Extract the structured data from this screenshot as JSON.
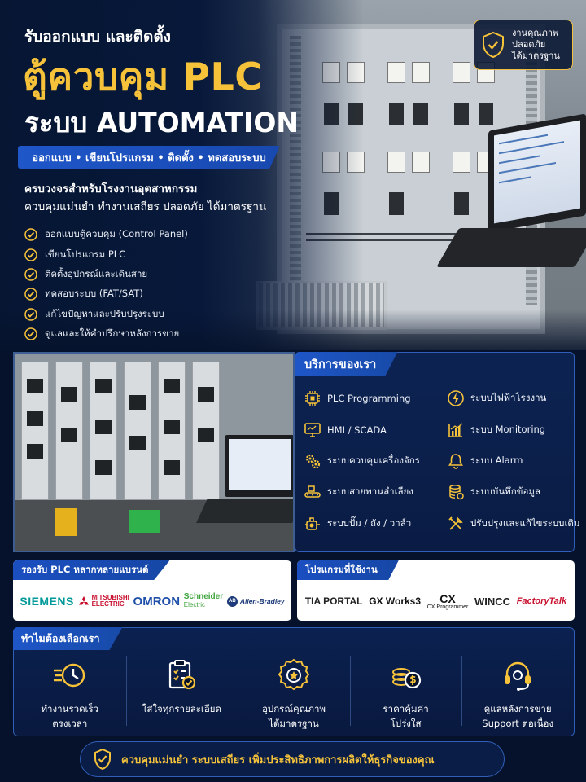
{
  "colors": {
    "background": "#06122b",
    "accent_yellow": "#f6c23a",
    "accent_blue": "#1f56c8",
    "panel": "#0b2150"
  },
  "hero": {
    "kicker": "รับออกแบบ และติดตั้ง",
    "title_line1": "ตู้ควบคุม PLC",
    "title_line2": "ระบบ AUTOMATION",
    "pill": "ออกแบบ • เขียนโปรแกรม • ติดตั้ง • ทดสอบระบบ",
    "intro_line1": "ครบวงจรสำหรับโรงงานอุตสาหกรรม",
    "intro_line2": "ควบคุมแม่นยำ ทำงานเสถียร ปลอดภัย ได้มาตรฐาน",
    "checklist": [
      "ออกแบบตู้ควบคุม (Control Panel)",
      "เขียนโปรแกรม PLC",
      "ติดตั้งอุปกรณ์และเดินสาย",
      "ทดสอบระบบ (FAT/SAT)",
      "แก้ไขปัญหาและปรับปรุงระบบ",
      "ดูแลและให้คำปรึกษาหลังการขาย"
    ]
  },
  "badge": {
    "icon": "shield-check-icon",
    "line1": "งานคุณภาพ",
    "line2": "ปลอดภัย",
    "line3": "ได้มาตรฐาน"
  },
  "services": {
    "title": "บริการของเรา",
    "items": [
      {
        "label": "PLC Programming",
        "icon": "chip-icon"
      },
      {
        "label": "ระบบไฟฟ้าโรงงาน",
        "icon": "lightning-icon"
      },
      {
        "label": "HMI / SCADA",
        "icon": "monitor-icon"
      },
      {
        "label": "ระบบ Monitoring",
        "icon": "chart-icon"
      },
      {
        "label": "ระบบควบคุมเครื่องจักร",
        "icon": "gears-icon"
      },
      {
        "label": "ระบบ Alarm",
        "icon": "bell-icon"
      },
      {
        "label": "ระบบสายพานลำเลียง",
        "icon": "conveyor-icon"
      },
      {
        "label": "ระบบบันทึกข้อมูล",
        "icon": "database-icon"
      },
      {
        "label": "ระบบปั๊ม / ถัง / วาล์ว",
        "icon": "pump-icon"
      },
      {
        "label": "ปรับปรุงและแก้ไขระบบเดิม",
        "icon": "tools-icon"
      }
    ]
  },
  "brands": {
    "title": "รองรับ PLC หลากหลายแบรนด์",
    "siemens": "SIEMENS",
    "mitsubishi_1": "MITSUBISHI",
    "mitsubishi_2": "ELECTRIC",
    "omron": "OMRON",
    "schneider_1": "Schneider",
    "schneider_2": "Electric",
    "ab_mark": "AB",
    "ab": "Allen-Bradley"
  },
  "software": {
    "title": "โปรแกรมที่ใช้งาน",
    "tia": "TIA PORTAL",
    "gx": "GX Works3",
    "cx_1": "CX",
    "cx_2": "CX Programmer",
    "wincc": "WINCC",
    "factorytalk": "FactoryTalk"
  },
  "why": {
    "title": "ทำไมต้องเลือกเรา",
    "items": [
      {
        "line1": "ทำงานรวดเร็ว",
        "line2": "ตรงเวลา",
        "icon": "fast-clock-icon"
      },
      {
        "line1": "ใส่ใจทุกรายละเอียด",
        "line2": "",
        "icon": "clipboard-check-icon"
      },
      {
        "line1": "อุปกรณ์คุณภาพ",
        "line2": "ได้มาตรฐาน",
        "icon": "quality-medal-icon"
      },
      {
        "line1": "ราคาคุ้มค่า",
        "line2": "โปร่งใส",
        "icon": "coins-icon"
      },
      {
        "line1": "ดูแลหลังการขาย",
        "line2": "Support ต่อเนื่อง",
        "icon": "headset-icon"
      }
    ]
  },
  "footer": {
    "icon": "shield-check-icon",
    "text": "ควบคุมแม่นยำ ระบบเสถียร เพิ่มประสิทธิภาพการผลิตให้ธุรกิจของคุณ"
  }
}
